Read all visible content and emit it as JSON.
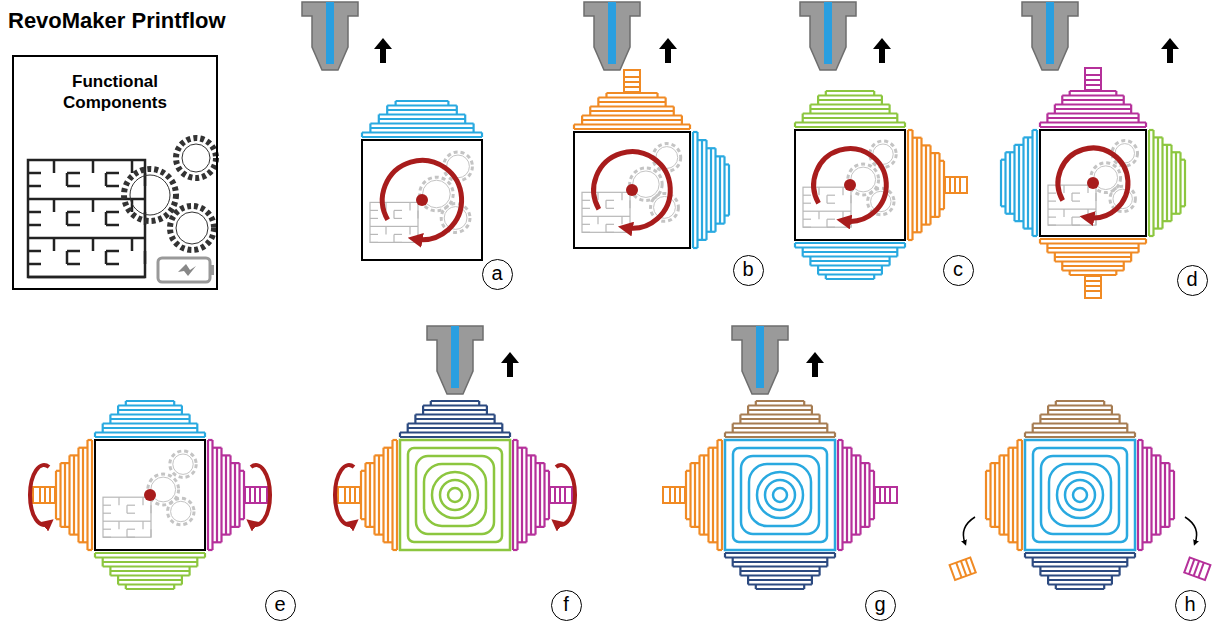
{
  "diagram": {
    "title": "RevoMaker Printflow",
    "nodes": [
      {
        "text": [
          "Functional Components"
        ]
      },
      {
        "text": [
          "a"
        ]
      },
      {
        "text": [
          "b"
        ]
      },
      {
        "text": [
          "c"
        ]
      },
      {
        "text": [
          "d"
        ]
      },
      {
        "text": [
          "e"
        ]
      },
      {
        "text": [
          "f"
        ]
      },
      {
        "text": [
          "g"
        ]
      },
      {
        "text": [
          "h"
        ]
      }
    ]
  }
}
